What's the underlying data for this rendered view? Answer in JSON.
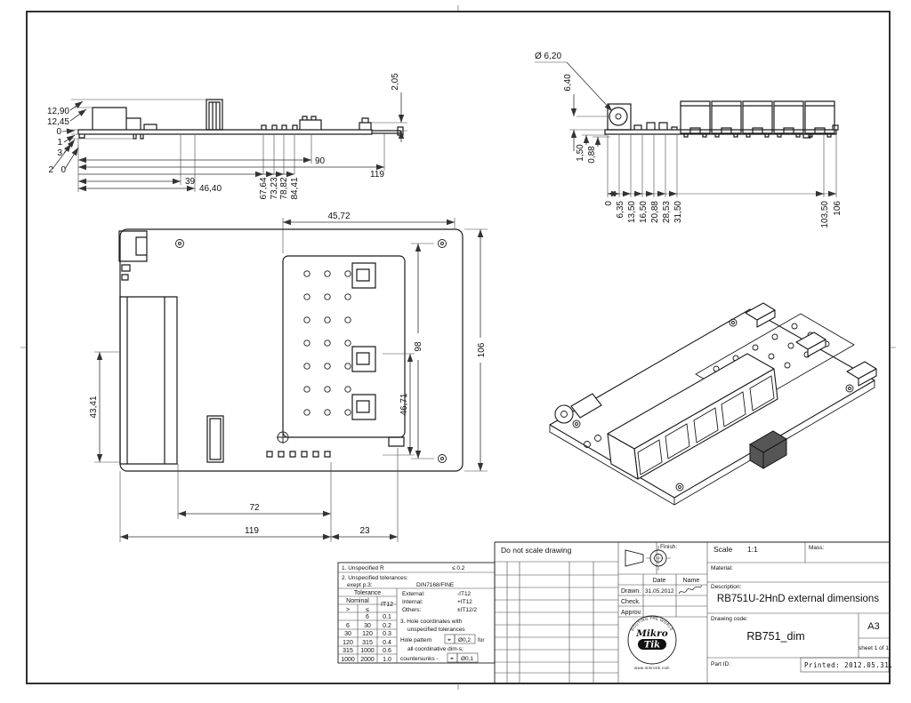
{
  "drawing": {
    "background": "#ffffff",
    "line_color": "#1a1a1a"
  },
  "views": {
    "side": {
      "left_dims": [
        "12,90",
        "12,45",
        "0",
        "1",
        "3"
      ],
      "origin_dims": [
        "2",
        "0"
      ],
      "bottom_dims": [
        "39",
        "46,40"
      ],
      "bottom_dims_rotated": [
        "67,64",
        "73,23",
        "78,82",
        "84,41"
      ],
      "width_dims": [
        "90",
        "119"
      ],
      "right_dim": "2,05"
    },
    "front": {
      "diameter_callout": "Ø 6,20",
      "height_dim": "6,40",
      "small_dims": [
        "1,50",
        "0,88"
      ],
      "bottom_dims": [
        "0",
        "6,35",
        "13,50",
        "16,50",
        "20,88",
        "28,53",
        "31,50"
      ],
      "right_dims": [
        "103,50",
        "106"
      ]
    },
    "plan": {
      "top_dim": "45,72",
      "height_dim": "98",
      "overall_height_dim": "106",
      "left_dim": "43,41",
      "inner_dim": "46,71",
      "bottom_dim_a": "72",
      "bottom_dim_b": "119",
      "bottom_dim_c": "23"
    }
  },
  "tolerances": {
    "note1": "1. Unspecified R",
    "note1_value": "≤  0.2",
    "note2": "2. Unspecified tolerances:",
    "note2b": "exept p.3:",
    "note2b_value": "DIN7168/FINE",
    "external_label": "External:",
    "external_value": "-IT12",
    "internal_label": "Internal:",
    "internal_value": "+IT12",
    "others_label": "Others:",
    "others_value": "±IT12/2",
    "table_title": "Tolerance",
    "nominal": "Nominal",
    "it12": "IT12",
    "gt": ">",
    "lte": "≤",
    "rows": [
      {
        "from": "",
        "to": "6",
        "tol": "0.1"
      },
      {
        "from": "6",
        "to": "30",
        "tol": "0.2"
      },
      {
        "from": "30",
        "to": "120",
        "tol": "0.3"
      },
      {
        "from": "120",
        "to": "315",
        "tol": "0.4"
      },
      {
        "from": "315",
        "to": "1000",
        "tol": "0.6"
      },
      {
        "from": "1000",
        "to": "2000",
        "tol": "1.0"
      }
    ],
    "note3a": "3. Hole coordinates with",
    "note3b": "unspecified tolerances",
    "hole_pattern_label": "Hole pattern",
    "position_symbol": "⌖",
    "hole_pattern_tol": "Ø0,2",
    "hole_pattern_for": "for",
    "coordinative": "all coordinative dim-s;",
    "countersunks_label": "countersunks -",
    "countersunks_symbol": "⌖",
    "countersunks_tol": "Ø0,1"
  },
  "title_block": {
    "do_not_scale": "Do not scale drawing",
    "finish_label": "Finish:",
    "scale_label": "Scale",
    "scale_value": "1:1",
    "mass_label": "Mass:",
    "material_label": "Material:",
    "date_header": "Date",
    "name_header": "Name",
    "drawn_label": "Drawn.",
    "drawn_date": "31.05.2012",
    "check_label": "Check.",
    "approv_label": "Approv.",
    "description_label": "Description:",
    "description": "RB751U-2HnD external dimensions",
    "drawing_code_label": "Drawing code:",
    "drawing_code": "RB751_dim",
    "paper_size": "A3",
    "sheet": "sheet 1 of 1",
    "part_id_label": "Part ID:",
    "printed": "Printed: 2012.05.31.",
    "logo_line1": "Mikro",
    "logo_line2": "Tik",
    "logo_arc_top": "ROUTING THE WORLD",
    "logo_arc_bottom": "www.mikrotik.com"
  }
}
